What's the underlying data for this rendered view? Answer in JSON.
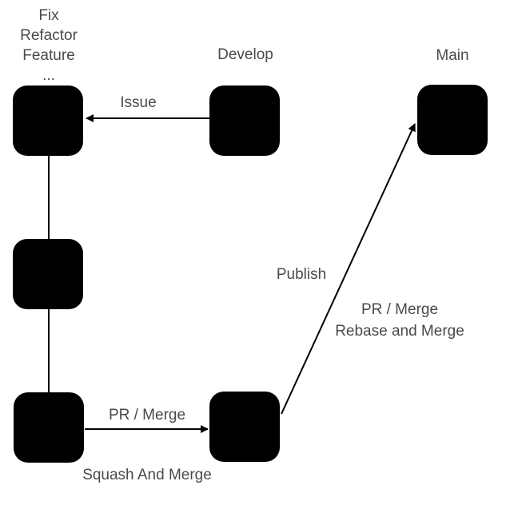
{
  "diagram": {
    "branch_labels": {
      "feature_stack": "Fix\nRefactor\nFeature\n...",
      "develop": "Develop",
      "main": "Main"
    },
    "edge_labels": {
      "issue": "Issue",
      "pr_merge": "PR / Merge",
      "squash_and_merge": "Squash And Merge",
      "publish": "Publish",
      "pr_merge_rebase": "PR / Merge\nRebase and Merge"
    },
    "colors": {
      "node_fill": "#000000",
      "edge_stroke": "#000000",
      "label_text": "#4a4a4a",
      "background": "#ffffff"
    }
  }
}
